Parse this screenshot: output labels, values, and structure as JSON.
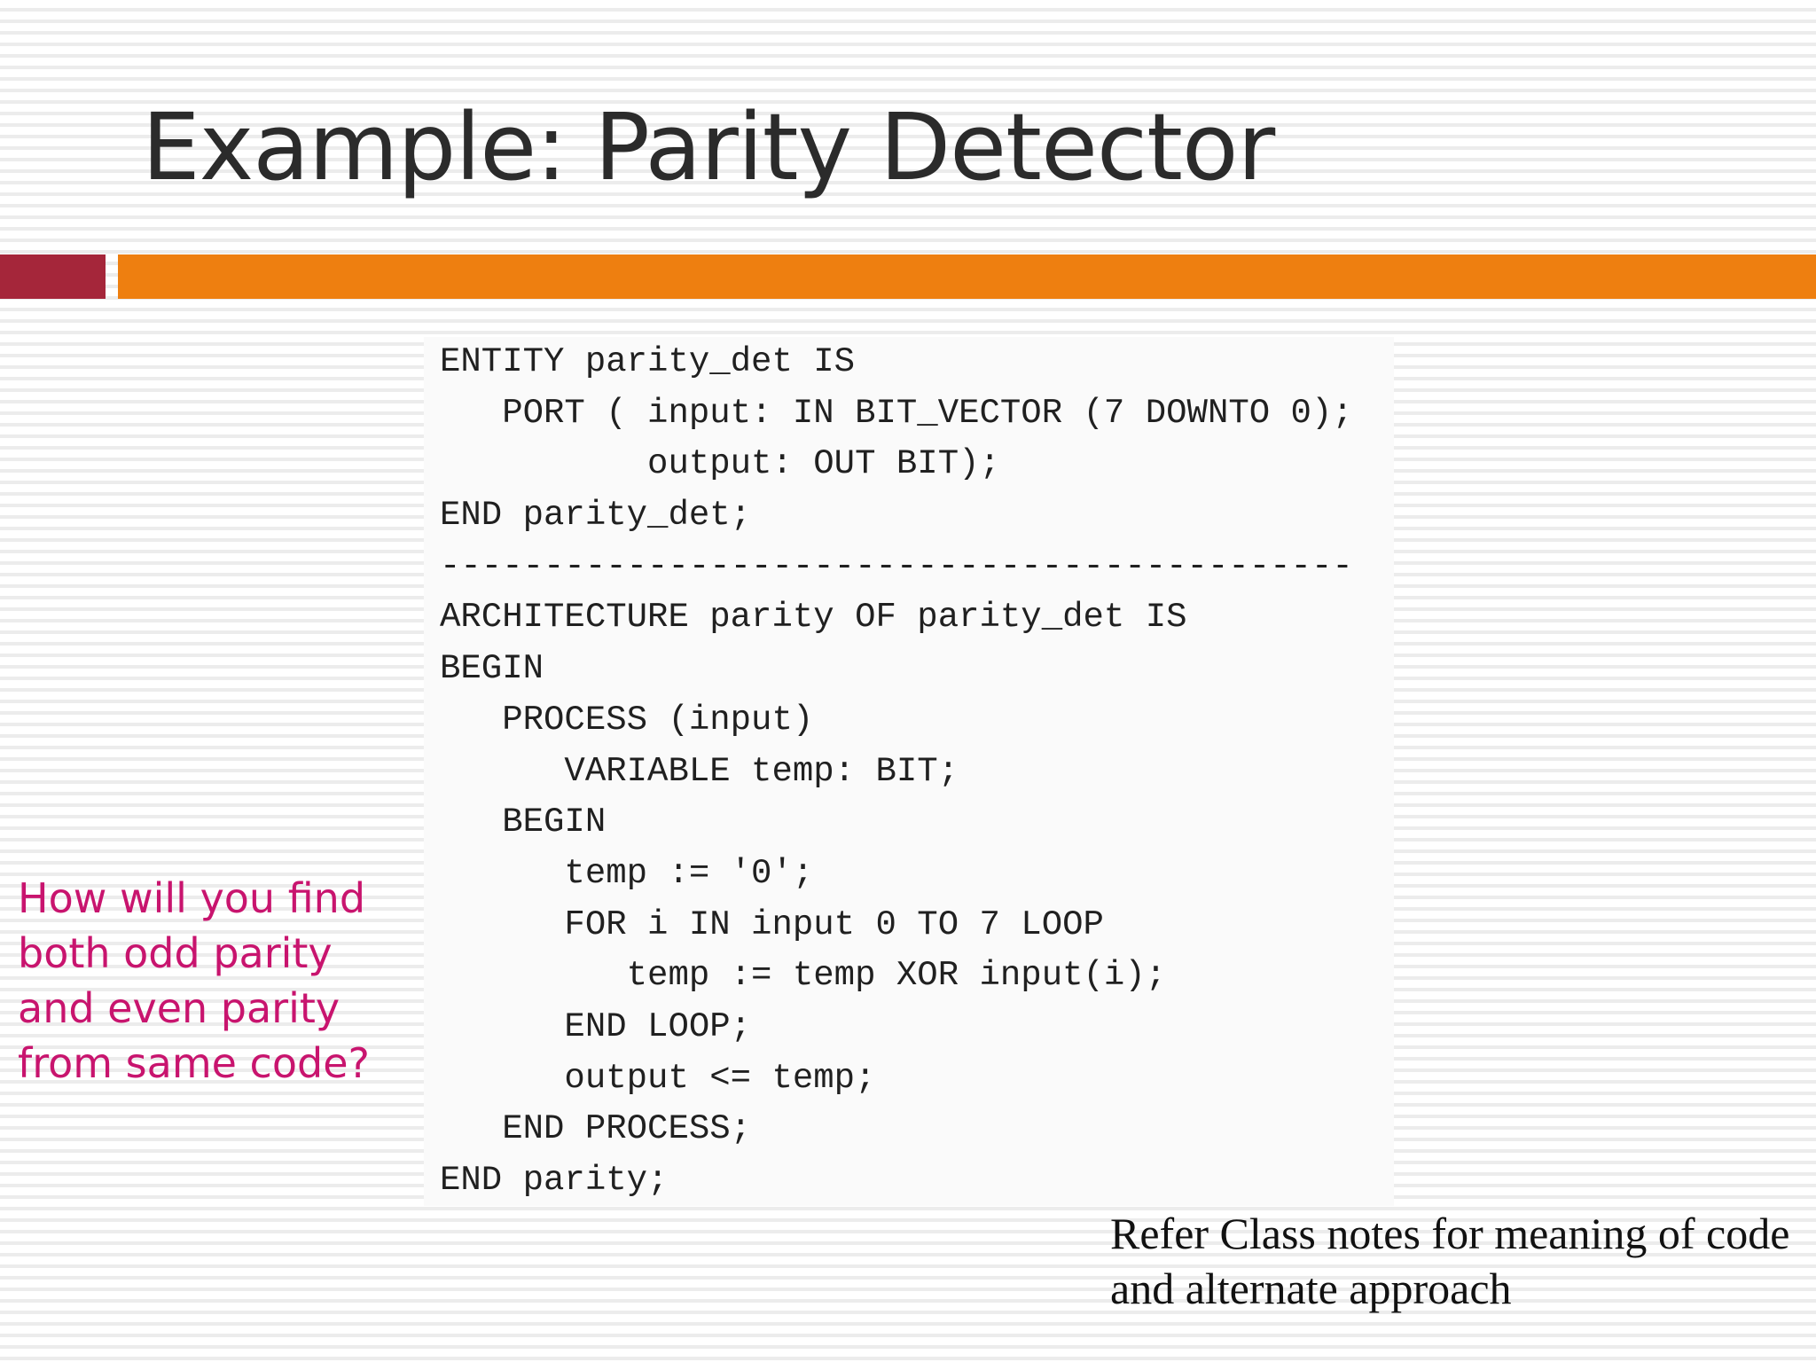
{
  "slide": {
    "title": "Example: Parity Detector",
    "code_lines": [
      "ENTITY parity_det IS",
      "   PORT ( input: IN BIT_VECTOR (7 DOWNTO 0);",
      "          output: OUT BIT);",
      "END parity_det;",
      "--------------------------------------------",
      "ARCHITECTURE parity OF parity_det IS",
      "BEGIN",
      "   PROCESS (input)",
      "      VARIABLE temp: BIT;",
      "   BEGIN",
      "      temp := '0';",
      "      FOR i IN input 0 TO 7 LOOP",
      "         temp := temp XOR input(i);",
      "      END LOOP;",
      "      output <= temp;",
      "   END PROCESS;",
      "END parity;"
    ],
    "question": "How will you find both odd parity and even parity from same code?",
    "note": "Refer Class notes for meaning of code and alternate approach"
  },
  "colors": {
    "title_text": "#2b2b2b",
    "accent_red": "#a5263a",
    "accent_orange": "#ee7f10",
    "question_text": "#c8146e",
    "code_background": "#fafafa"
  }
}
